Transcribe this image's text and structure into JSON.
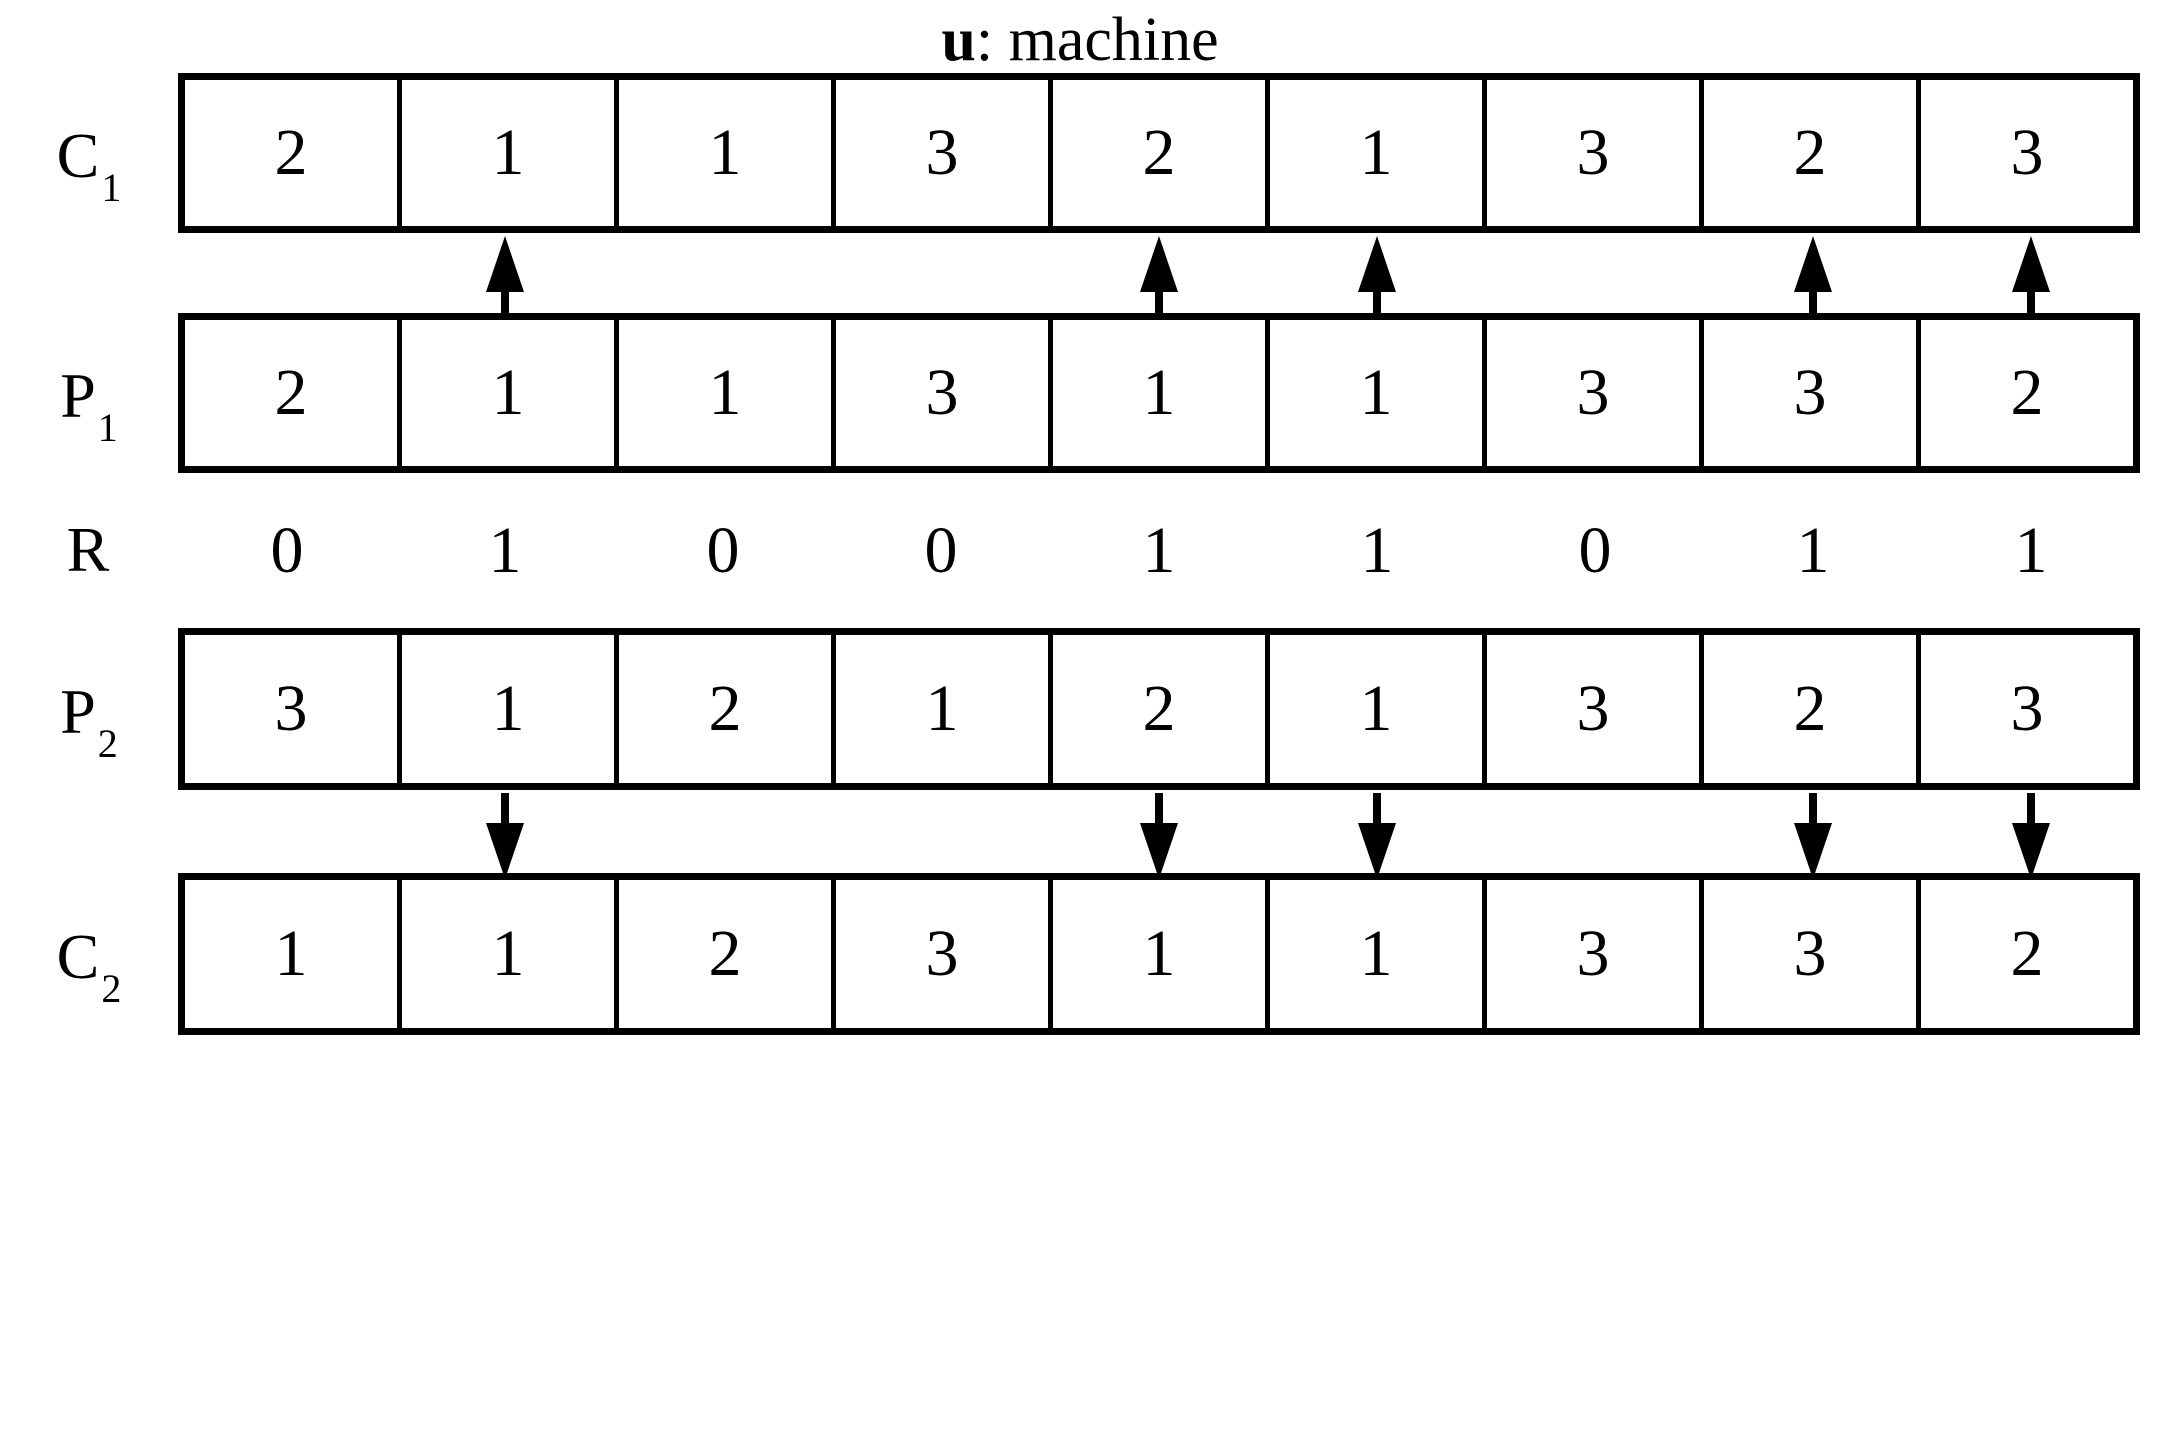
{
  "title": {
    "symbol": "u",
    "separator": ": ",
    "text": "machine"
  },
  "colors": {
    "stroke": "#000000",
    "background": "#ffffff",
    "text": "#000000"
  },
  "diagram": {
    "type": "crossover-diagram",
    "num_columns": 9,
    "rows": [
      {
        "id": "c1",
        "label_base": "C",
        "label_sub": "1",
        "style": "boxed",
        "values": [
          "2",
          "1",
          "1",
          "3",
          "2",
          "1",
          "3",
          "2",
          "3"
        ]
      },
      {
        "id": "p1",
        "label_base": "P",
        "label_sub": "1",
        "style": "boxed",
        "values": [
          "2",
          "1",
          "1",
          "3",
          "1",
          "1",
          "3",
          "3",
          "2"
        ]
      },
      {
        "id": "r",
        "label_base": "R",
        "label_sub": "",
        "style": "bare",
        "values": [
          "0",
          "1",
          "0",
          "0",
          "1",
          "1",
          "0",
          "1",
          "1"
        ]
      },
      {
        "id": "p2",
        "label_base": "P",
        "label_sub": "2",
        "style": "boxed",
        "values": [
          "3",
          "1",
          "2",
          "1",
          "2",
          "1",
          "3",
          "2",
          "3"
        ]
      },
      {
        "id": "c2",
        "label_base": "C",
        "label_sub": "2",
        "style": "boxed",
        "values": [
          "1",
          "1",
          "2",
          "3",
          "1",
          "1",
          "3",
          "3",
          "2"
        ]
      }
    ],
    "arrows": {
      "up": {
        "name": "arrow-up",
        "from_row": "p1",
        "to_row": "c1",
        "columns": [
          1,
          4,
          5,
          7,
          8
        ]
      },
      "down": {
        "name": "arrow-down",
        "from_row": "p2",
        "to_row": "c2",
        "columns": [
          1,
          4,
          5,
          7,
          8
        ]
      }
    }
  }
}
